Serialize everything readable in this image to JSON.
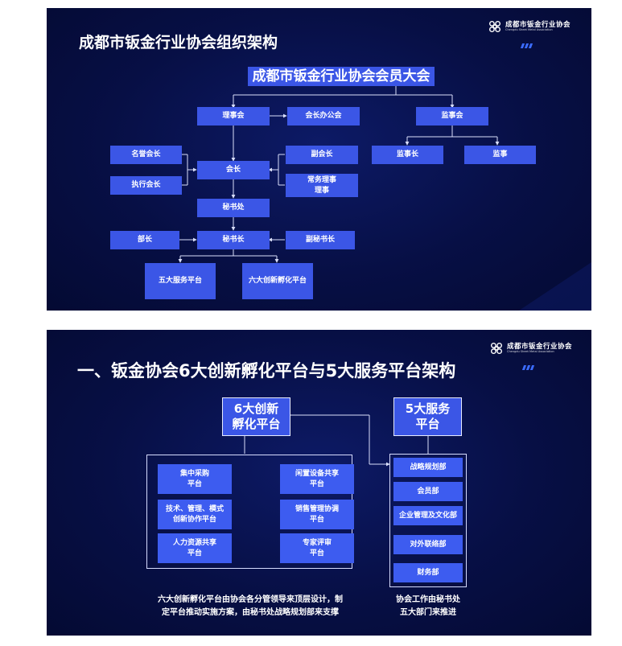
{
  "slide1": {
    "title": "成都市钣金行业协会组织架构",
    "logo": {
      "cn": "成都市钣金行业协会",
      "en": "Chengdu Sheet Metal Association",
      "icon": "association-logo-icon"
    },
    "nodes": {
      "assembly": "成都市钣金行业协会会员大会",
      "council": "理事会",
      "president_office": "会长办公会",
      "supervisory_board": "监事会",
      "chief_supervisor": "监事长",
      "supervisor": "监事",
      "honorary_president": "名誉会长",
      "executive_president": "执行会长",
      "president": "会长",
      "vice_president": "副会长",
      "standing_director": "常务理事\n理事",
      "secretariat": "秘书处",
      "secretary_general": "秘书长",
      "minister": "部长",
      "deputy_secretary_general": "副秘书长",
      "five_service_platforms": "五大服务平台",
      "six_innovation_platforms": "六大创新孵化平台"
    }
  },
  "slide2": {
    "title": "一、钣金协会6大创新孵化平台与5大服务平台架构",
    "logo": {
      "cn": "成都市钣金行业协会",
      "en": "Chengdu Sheet Metal Association",
      "icon": "association-logo-icon"
    },
    "innovation_header": "6大创新\n孵化平台",
    "service_header": "5大服务\n平台",
    "innovation_platforms": [
      "集中采购\n平台",
      "闲置设备共享\n平台",
      "技术、管理、模式\n创新协作平台",
      "销售管理协调\n平台",
      "人力资源共享\n平台",
      "专家评审\n平台"
    ],
    "service_departments": [
      "战略规划部",
      "会员部",
      "企业管理及文化部",
      "对外联络部",
      "财务部"
    ],
    "innovation_note": "六大创新孵化平台由协会各分管领导来顶层设计，制\n定平台推动实施方案，由秘书处战略规划部来支撑",
    "service_note": "协会工作由秘书处\n五大部门来推进"
  },
  "colors": {
    "background": "#070f45",
    "box": "#3b56e6",
    "line": "#d9defa",
    "accent": "#3b6cff"
  }
}
